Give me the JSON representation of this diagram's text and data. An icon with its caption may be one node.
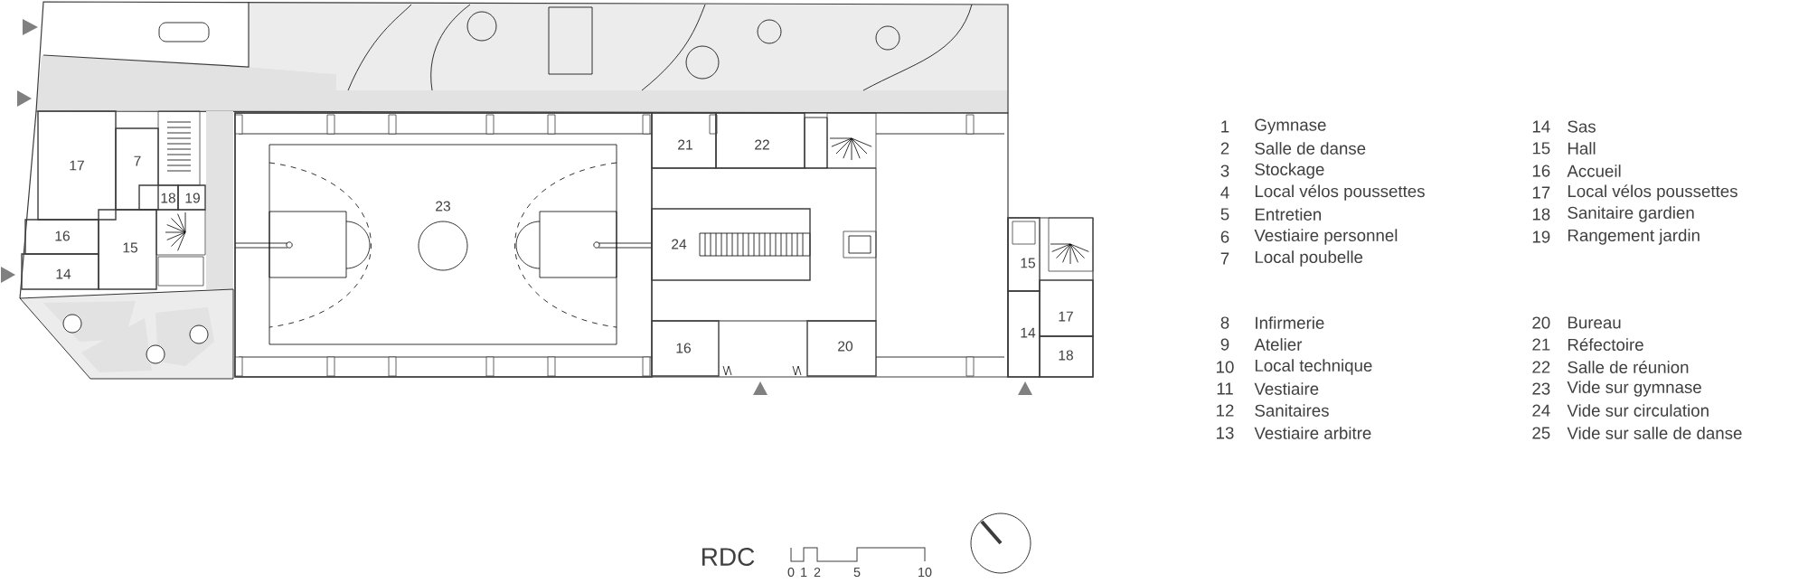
{
  "diagram": {
    "title": "RDC",
    "nodes": [
      {
        "text": [
          "17"
        ]
      },
      {
        "text": [
          "7"
        ]
      },
      {
        "text": [
          "18"
        ]
      },
      {
        "text": [
          "19"
        ]
      },
      {
        "text": [
          "23"
        ]
      },
      {
        "text": [
          "21"
        ]
      },
      {
        "text": [
          "22"
        ]
      },
      {
        "text": [
          "16"
        ]
      },
      {
        "text": [
          "15"
        ]
      },
      {
        "text": [
          "24"
        ]
      },
      {
        "text": [
          "14"
        ]
      },
      {
        "text": [
          "15"
        ]
      },
      {
        "text": [
          "17"
        ]
      },
      {
        "text": [
          "14"
        ]
      },
      {
        "text": [
          "16"
        ]
      },
      {
        "text": [
          "20"
        ]
      },
      {
        "text": [
          "18"
        ]
      }
    ],
    "labels": [
      "1",
      "Gymnase",
      "2",
      "Salle de danse",
      "3",
      "Stockage",
      "4",
      "Local vélos poussettes",
      "5",
      "Entretien",
      "6",
      "Vestiaire personnel",
      "7",
      "Local poubelle",
      "14",
      "Sas",
      "15",
      "Hall",
      "16",
      "Accueil",
      "17",
      "Local vélos poussettes",
      "18",
      "Sanitaire gardien",
      "19",
      "Rangement jardin",
      "8",
      "Infirmerie",
      "9",
      "Atelier",
      "10",
      "Local technique",
      "11",
      "Vestiaire",
      "12",
      "Sanitaires",
      "13",
      "Vestiaire arbitre",
      "20",
      "Bureau",
      "21",
      "Réfectoire",
      "22",
      "Salle de réunion",
      "23",
      "Vide sur gymnase",
      "24",
      "Vide sur circulation",
      "25",
      "Vide sur salle de danse",
      "0",
      "1",
      "2",
      "5",
      "10"
    ]
  }
}
